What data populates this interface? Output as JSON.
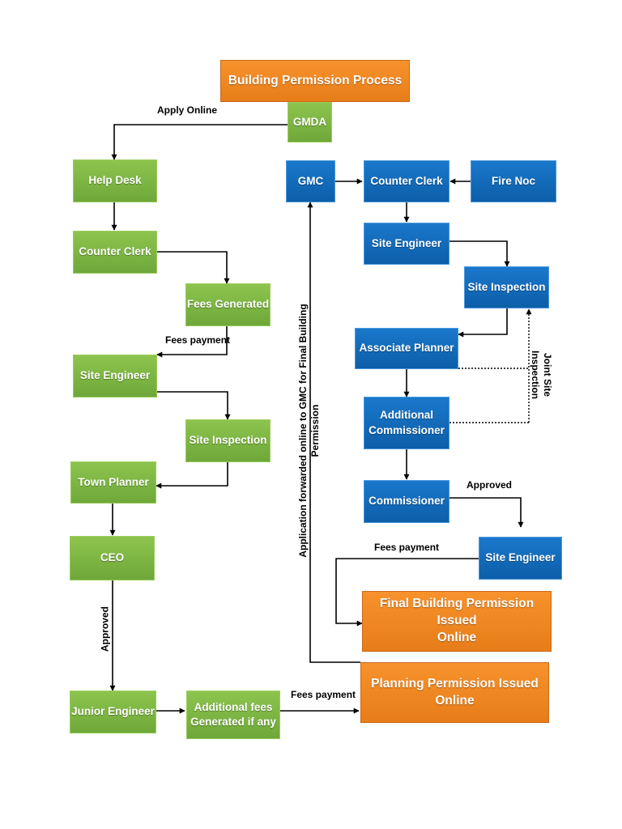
{
  "diagram": {
    "title": "Building Permission Process",
    "nodes": {
      "gmda": "GMDA",
      "help_desk": "Help Desk",
      "counter_clerk_left": "Counter Clerk",
      "fees_generated": "Fees Generated",
      "site_engineer_left": "Site Engineer",
      "site_inspection_left": "Site Inspection",
      "town_planner": "Town Planner",
      "ceo": "CEO",
      "junior_engineer": "Junior Engineer",
      "additional_fees": "Additional fees\nGenerated if any",
      "planning_permission": "Planning Permission Issued\nOnline",
      "gmc": "GMC",
      "counter_clerk_right": "Counter Clerk",
      "fire_noc": "Fire Noc",
      "site_engineer_right": "Site Engineer",
      "site_inspection_right": "Site Inspection",
      "associate_planner": "Associate Planner",
      "additional_commissioner": "Additional\nCommissioner",
      "commissioner": "Commissioner",
      "site_engineer_final": "Site Engineer",
      "final_building_permission": "Final Building Permission Issued\nOnline"
    },
    "labels": {
      "apply_online": "Apply Online",
      "fees_payment_1": "Fees payment",
      "approved_left": "Approved",
      "fees_payment_2": "Fees payment",
      "forwarded_line1": "Application forwarded online to GMC for Final Building",
      "forwarded_line2": "Permission",
      "joint_line1": "Joint Site",
      "joint_line2": "Inspection",
      "approved_right": "Approved",
      "fees_payment_3": "Fees payment"
    },
    "colors": {
      "green": "#7cb843",
      "blue": "#1268b8",
      "orange": "#f08a24"
    }
  }
}
